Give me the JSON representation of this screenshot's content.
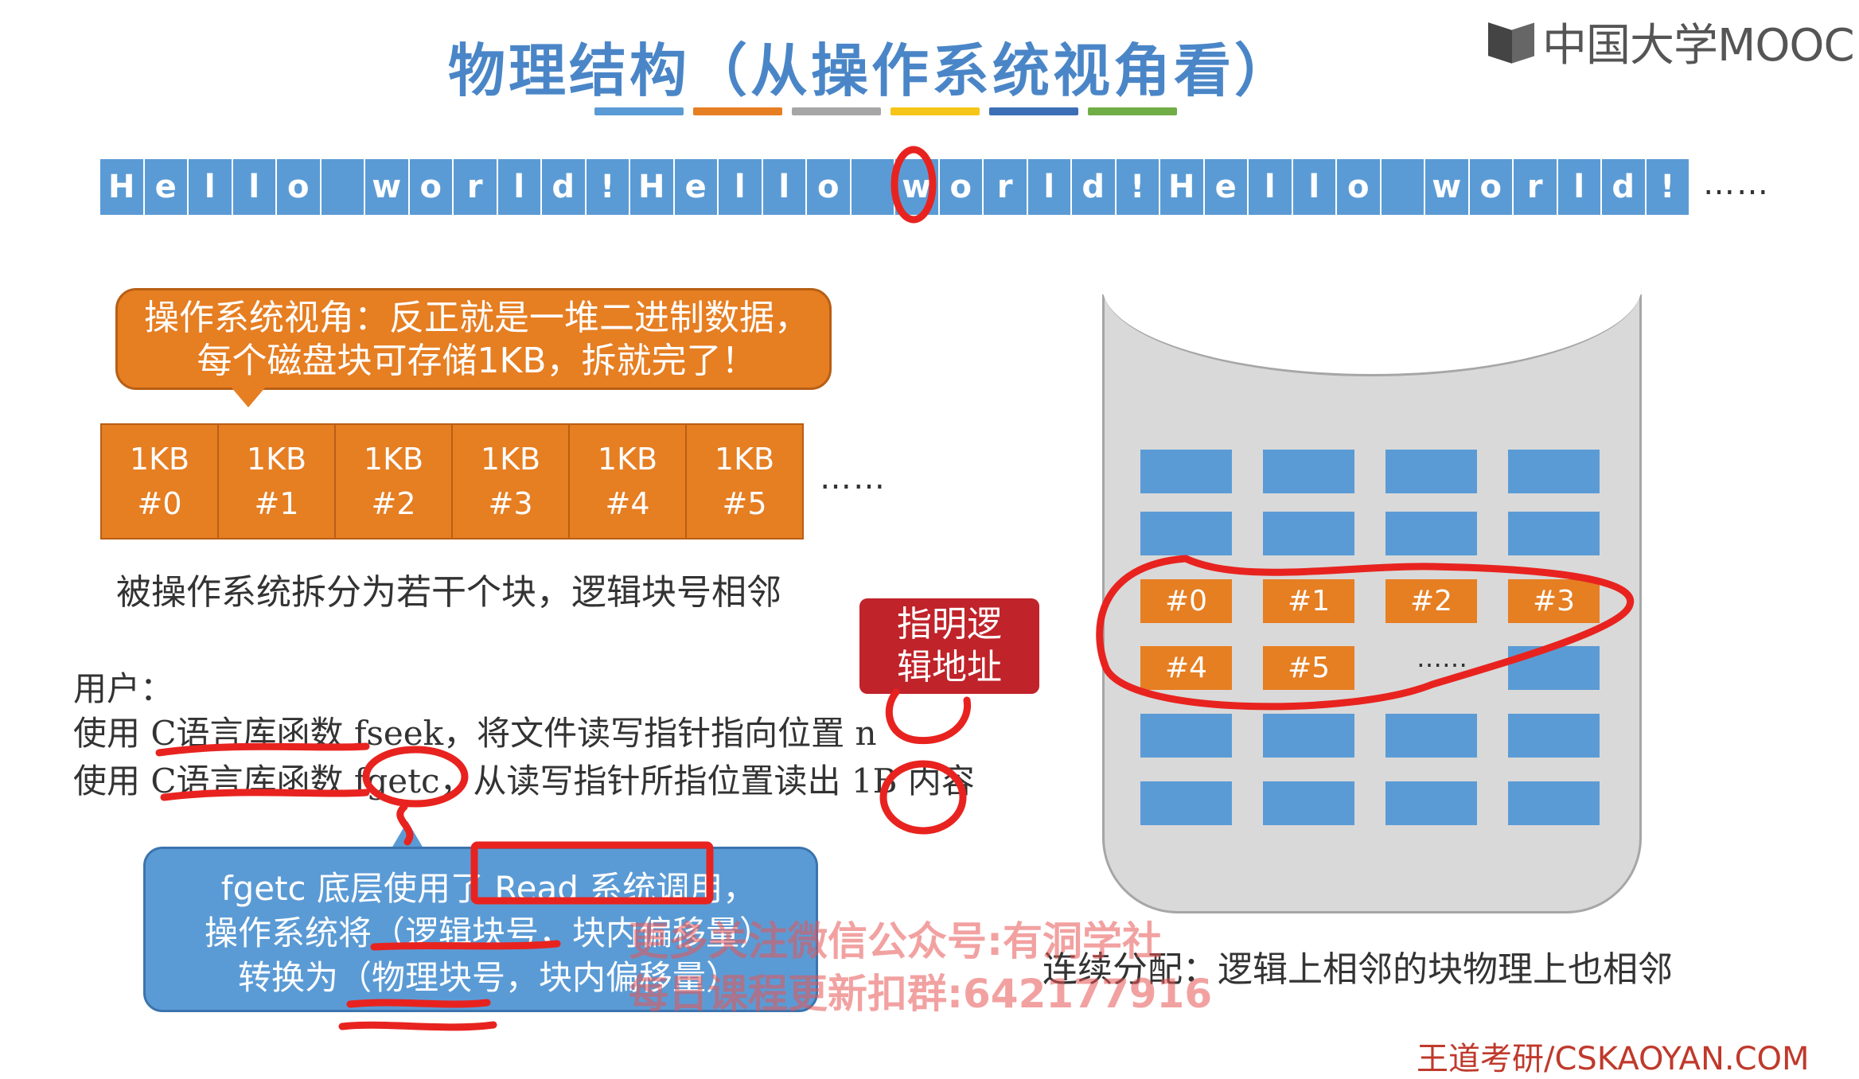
{
  "title": "物理结构（从操作系统视角看）",
  "title_bar_colors": [
    "#5b9bd5",
    "#e67e22",
    "#a6a6a6",
    "#f5c518",
    "#3c6fb5",
    "#70ad47"
  ],
  "logo": {
    "text": "中国大学MOOC"
  },
  "strip": {
    "chars": [
      "H",
      "e",
      "l",
      "l",
      "o",
      " ",
      "w",
      "o",
      "r",
      "l",
      "d",
      "!",
      "H",
      "e",
      "l",
      "l",
      "o",
      " ",
      "w",
      "o",
      "r",
      "l",
      "d",
      "!",
      "H",
      "e",
      "l",
      "l",
      "o",
      " ",
      "w",
      "o",
      "r",
      "l",
      "d",
      "!"
    ],
    "more": "……"
  },
  "os_bubble": "操作系统视角：反正就是一堆二进制数据，每个磁盘块可存储1KB，拆就完了！",
  "kb_blocks": [
    {
      "size": "1KB",
      "id": "#0"
    },
    {
      "size": "1KB",
      "id": "#1"
    },
    {
      "size": "1KB",
      "id": "#2"
    },
    {
      "size": "1KB",
      "id": "#3"
    },
    {
      "size": "1KB",
      "id": "#4"
    },
    {
      "size": "1KB",
      "id": "#5"
    }
  ],
  "kb_more": "……",
  "split_caption": "被操作系统拆分为若干个块，逻辑块号相邻",
  "user": {
    "label": "用户：",
    "line1": "使用 C语言库函数 fseek，将文件读写指针指向位置 n",
    "line2": "使用 C语言库函数 fgetc，从读写指针所指位置读出 1B 内容"
  },
  "red_callout": {
    "line1": "指明逻",
    "line2": "辑地址"
  },
  "blue_bubble": {
    "line1": "fgetc 底层使用了 Read 系统调用，",
    "line2": "操作系统将（逻辑块号，块内偏移量）",
    "line3": "转换为（物理块号，块内偏移量）"
  },
  "disk": {
    "labels": [
      "#0",
      "#1",
      "#2",
      "#3",
      "#4",
      "#5"
    ],
    "more": "……"
  },
  "contig_caption": "连续分配：逻辑上相邻的块物理上也相邻",
  "watermark": {
    "line1": "更多关注微信公众号:有洞学社",
    "line2": "每日课程更新扣群:642177916"
  },
  "site": "王道考研/CSKAOYAN.COM"
}
